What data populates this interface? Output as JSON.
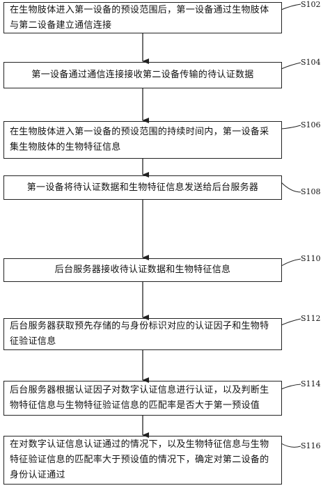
{
  "flowchart": {
    "steps": [
      {
        "id": "S102",
        "text": "在生物肢体进入第一设备的预设范围后，第一设备通过生物肢体\n与第二设备建立通信连接"
      },
      {
        "id": "S104",
        "text": "第一设备通过通信连接接收第二设备传输的待认证数据"
      },
      {
        "id": "S106",
        "text": "在生物肢体进入第一设备的预设范围的持续时间内，第一设备采\n集生物肢体的生物特征信息"
      },
      {
        "id": "S108",
        "text": "第一设备将待认证数据和生物特征信息发送给后台服务器"
      },
      {
        "id": "S110",
        "text": "后台服务器接收待认证数据和生物特征信息"
      },
      {
        "id": "S112",
        "text": "后台服务器获取预先存储的与身份标识对应的认证因子和生物特\n征验证信息"
      },
      {
        "id": "S114",
        "text": "后台服务器根据认证因子对数字认证信息进行认证，以及判断生\n物特征信息与生物特征验证信息的匹配率是否大于第一预设值"
      },
      {
        "id": "S116",
        "text": "在对数字认证信息认证通过的情况下，以及生物特征信息与生物\n特征验证信息的匹配率大于预设值的情况下，确定对第二设备的\n身份认证通过"
      }
    ]
  }
}
